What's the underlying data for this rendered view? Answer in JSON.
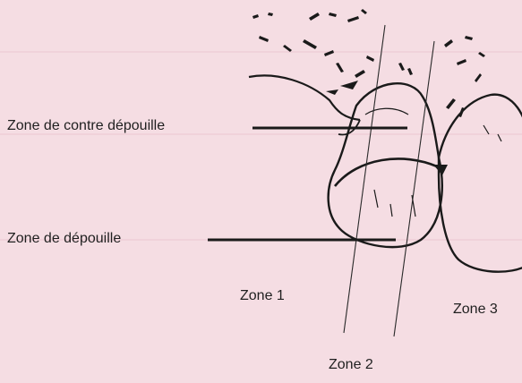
{
  "labels": {
    "contre_depouille": "Zone de contre dépouille",
    "depouille": "Zone de dépouille",
    "zone1": "Zone 1",
    "zone2": "Zone 2",
    "zone3": "Zone 3"
  },
  "colors": {
    "background": "#f5dde3",
    "ink": "#1a1a1a"
  }
}
